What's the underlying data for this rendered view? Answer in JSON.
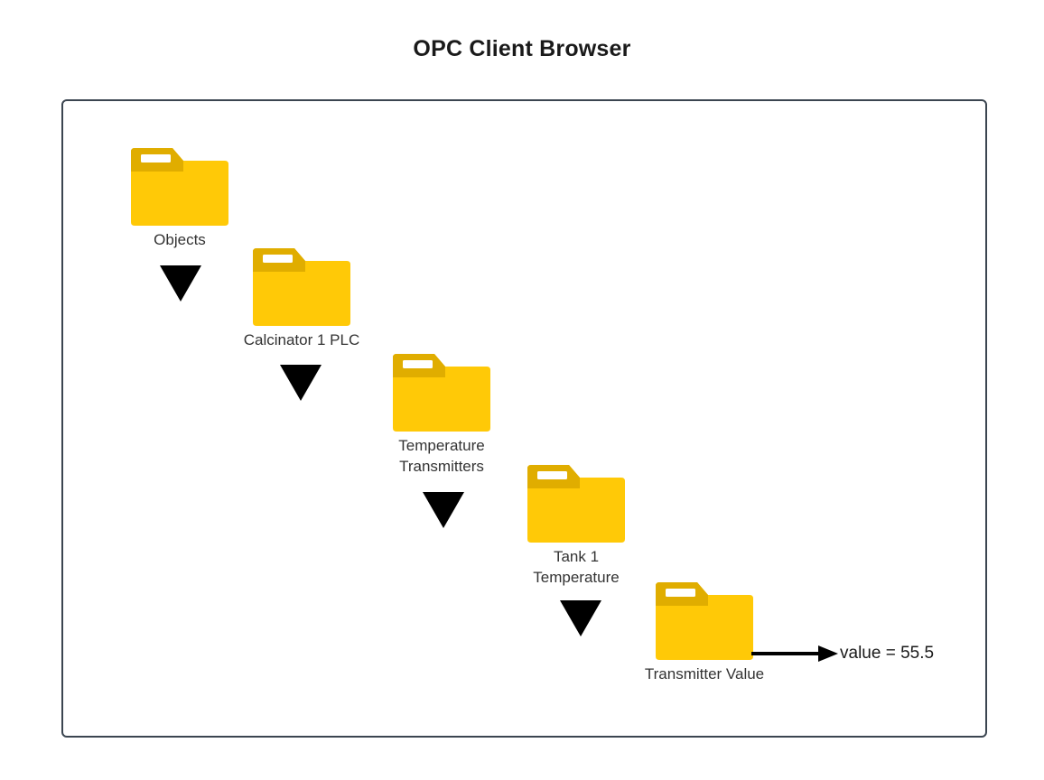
{
  "page": {
    "title": "OPC Client Browser",
    "background": "#ffffff"
  },
  "frame": {
    "border_color": "#3b4550"
  },
  "colors": {
    "folder_body": "#FFC907",
    "folder_tab": "#E0AD00",
    "folder_notch": "#FFFFFF",
    "arrow": "#000000",
    "text": "#333333",
    "title_text": "#1a1a1a"
  },
  "tree": {
    "icon_name": "folder-icon",
    "connector_icon_name": "triangle-down-icon",
    "nodes": [
      {
        "id": "objects",
        "label": "Objects"
      },
      {
        "id": "calcinator-1-plc",
        "label": "Calcinator 1 PLC"
      },
      {
        "id": "temperature-transmitters",
        "label": "Temperature\nTransmitters"
      },
      {
        "id": "tank-1-temperature",
        "label": "Tank 1\nTemperature"
      },
      {
        "id": "transmitter-value",
        "label": "Transmitter Value"
      }
    ]
  },
  "value_readout": {
    "text": "value = 55.5",
    "label": "value",
    "operator": "=",
    "number": "55.5",
    "arrow_icon": "arrow-right-icon"
  }
}
